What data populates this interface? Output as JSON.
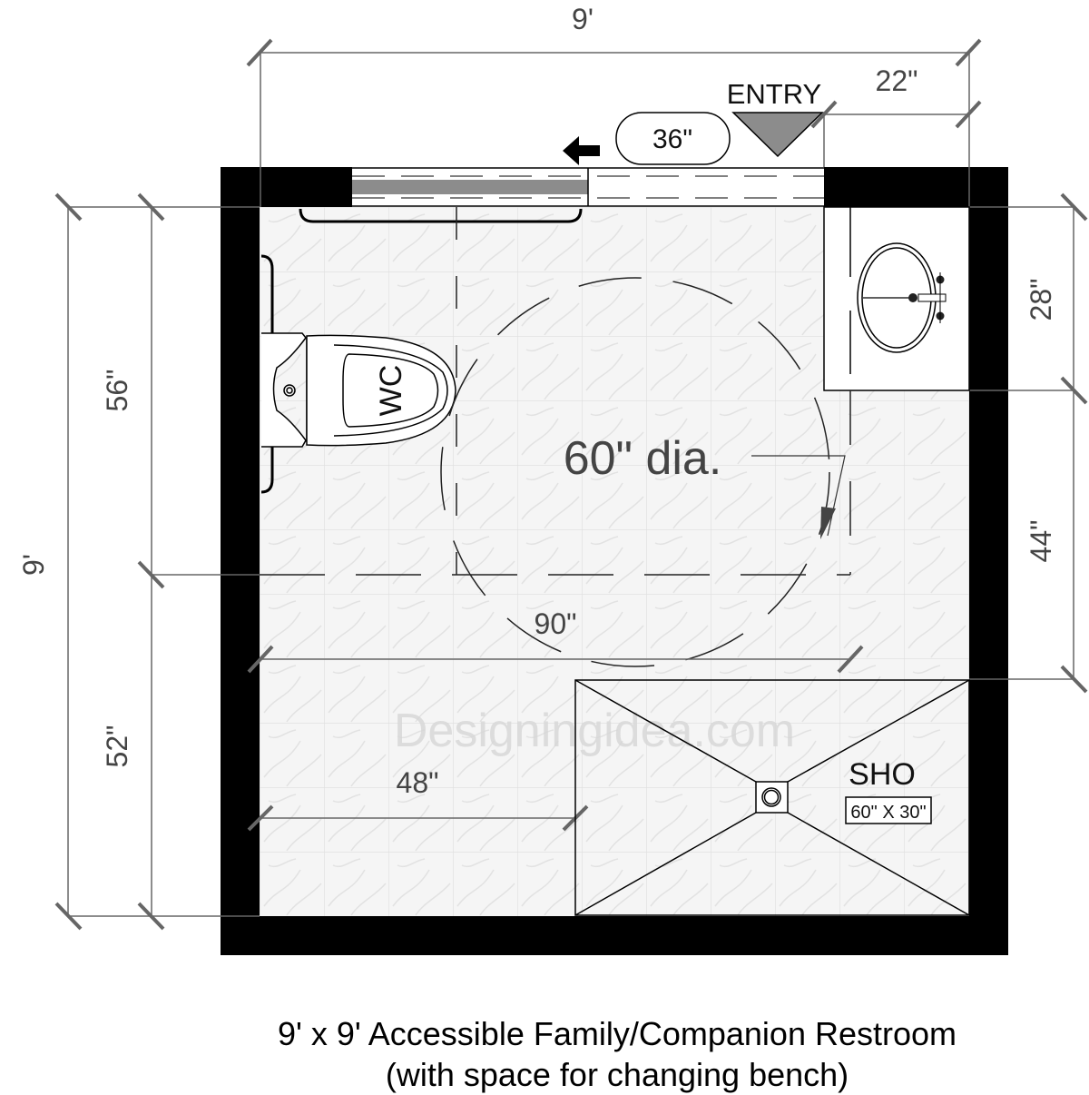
{
  "drawing": {
    "title_line1": "9' x 9' Accessible Family/Companion Restroom",
    "title_line2": "(with space for changing bench)",
    "watermark": "Designingidea.com",
    "colors": {
      "wall": "#000000",
      "door_panel": "#8c8c8c",
      "dimension_line": "#666666",
      "dimension_text": "#444444",
      "floor_tile": "#f4f4f4",
      "tile_grid": "#dcdcdc"
    }
  },
  "dimensions": {
    "overall_width": "9'",
    "overall_height": "9'",
    "entry_offset": "22\"",
    "door_width": "36\"",
    "left_upper": "56\"",
    "left_lower": "52\"",
    "right_upper": "28\"",
    "right_lower": "44\"",
    "turning_circle": "60\" dia.",
    "clear_width": "90\"",
    "bench_width": "48\""
  },
  "fixtures": {
    "entry_label": "ENTRY",
    "toilet_label": "WC",
    "shower_label": "SHO",
    "shower_size": "60\" X 30\""
  }
}
